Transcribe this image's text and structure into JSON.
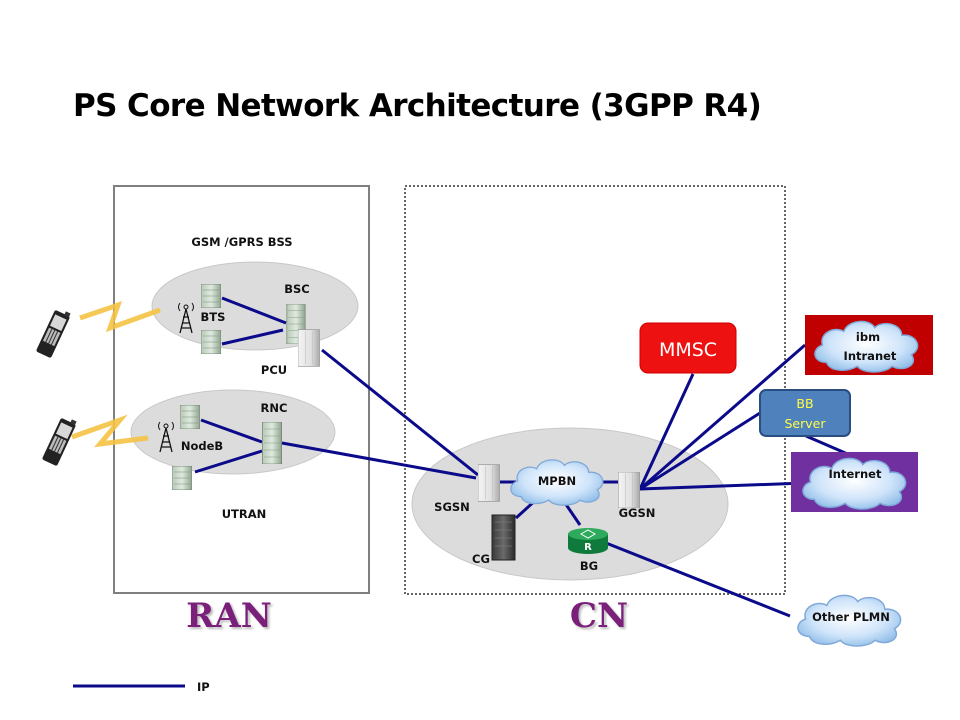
{
  "title": "PS Core Network Architecture (3GPP R4)",
  "regions": {
    "ran": {
      "label": "RAN",
      "border": "solid"
    },
    "cn": {
      "label": "CN",
      "border": "dotted"
    }
  },
  "groups": {
    "bss": {
      "label": "GSM /GPRS  BSS"
    },
    "utran": {
      "label": "UTRAN"
    }
  },
  "nodes": {
    "bts": "BTS",
    "bsc": "BSC",
    "pcu": "PCU",
    "nodeb": "NodeB",
    "rnc": "RNC",
    "sgsn": "SGSN",
    "mpbn": "MPBN",
    "ggsn": "GGSN",
    "cg": "CG",
    "bg": "BG",
    "bg_router_glyph": "R",
    "mmsc": "MMSC",
    "bb_server_line1": "BB",
    "bb_server_line2": "Server",
    "ibm_line1": "ibm",
    "ibm_line2": "Intranet",
    "internet": "Internet",
    "other_plmn": "Other PLMN"
  },
  "legend": {
    "ip_label": "IP"
  },
  "colors": {
    "ip_link": "#0a0a8a",
    "radio_link": "#f5c242",
    "group_ellipse": "#dcdcdc",
    "mmsc_fill": "#ee1111",
    "bb_fill": "#4f81bd",
    "bb_text": "#ffff44",
    "ibm_bg": "#c00000",
    "internet_bg": "#7030a0",
    "cloud_fill": "#bcd9f5",
    "region_label": "#7a1f7a"
  }
}
